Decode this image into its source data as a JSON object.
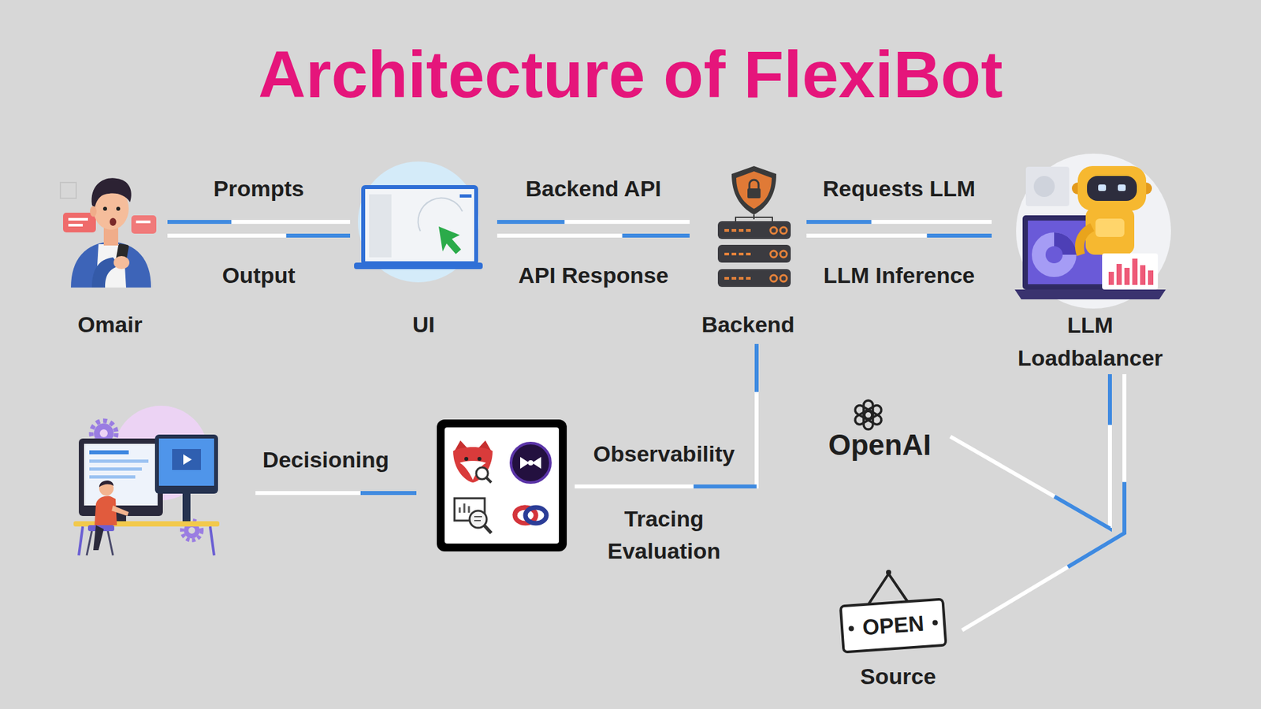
{
  "diagram": {
    "title": "Architecture of FlexiBot",
    "nodes": [
      {
        "text": [
          "Omair"
        ]
      },
      {
        "text": [
          "UI"
        ]
      },
      {
        "text": [
          "Backend"
        ]
      },
      {
        "text": [
          "LLM Loadbalancer"
        ]
      },
      {
        "text": [
          "OpenAI"
        ]
      },
      {
        "text": [
          "OPEN",
          "Source"
        ]
      }
    ],
    "edges": [
      {
        "from": 0,
        "to": 1,
        "label": "Prompts",
        "arrow": "none"
      },
      {
        "from": 1,
        "to": 0,
        "label": "Output",
        "arrow": "none"
      },
      {
        "from": 1,
        "to": 2,
        "label": "Backend API",
        "arrow": "none"
      },
      {
        "from": 2,
        "to": 1,
        "label": "API Response",
        "arrow": "none"
      },
      {
        "from": 2,
        "to": 3,
        "label": "Requests LLM",
        "arrow": "none"
      },
      {
        "from": 3,
        "to": 2,
        "label": "LLM Inference",
        "arrow": "none"
      },
      {
        "from": 4,
        "to": 3,
        "arrow": "none"
      },
      {
        "from": 5,
        "to": 3,
        "arrow": "none"
      }
    ],
    "labels": [
      "Observability",
      "Tracing Evaluation",
      "Decisioning"
    ]
  }
}
